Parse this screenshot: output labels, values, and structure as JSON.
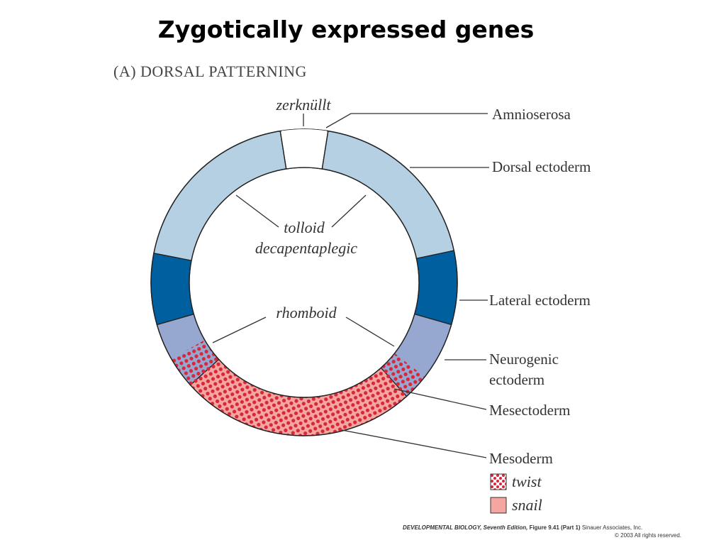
{
  "title": "Zygotically expressed genes",
  "heading": "(A)  DORSAL PATTERNING",
  "genes": {
    "zerknullt": "zerknüllt",
    "tolloid": "tolloid",
    "dpp": "decapentaplegic",
    "rhomboid": "rhomboid"
  },
  "tissues": {
    "amnioserosa": "Amnioserosa",
    "dorsal_ectoderm": "Dorsal ectoderm",
    "lateral_ectoderm": "Lateral ectoderm",
    "neurogenic_1": "Neurogenic",
    "neurogenic_2": "ectoderm",
    "mesectoderm": "Mesectoderm",
    "mesoderm": "Mesoderm"
  },
  "legend": {
    "twist": "twist",
    "snail": "snail"
  },
  "colors": {
    "amnioserosa": "#ffffff",
    "dorsal_ectoderm": "#b5cfe3",
    "lateral_ectoderm": "#005f9e",
    "neurogenic_ectoderm": "#96a8d0",
    "snail_fill": "#f4a7a0",
    "twist_dots": "#d8263b"
  },
  "credit": {
    "book": "DEVELOPMENTAL BIOLOGY, Seventh Edition,",
    "figure": "Figure 9.41 (Part 1)",
    "publisher": "Sinauer Associates, Inc.",
    "copyright": "© 2003 All rights reserved."
  }
}
